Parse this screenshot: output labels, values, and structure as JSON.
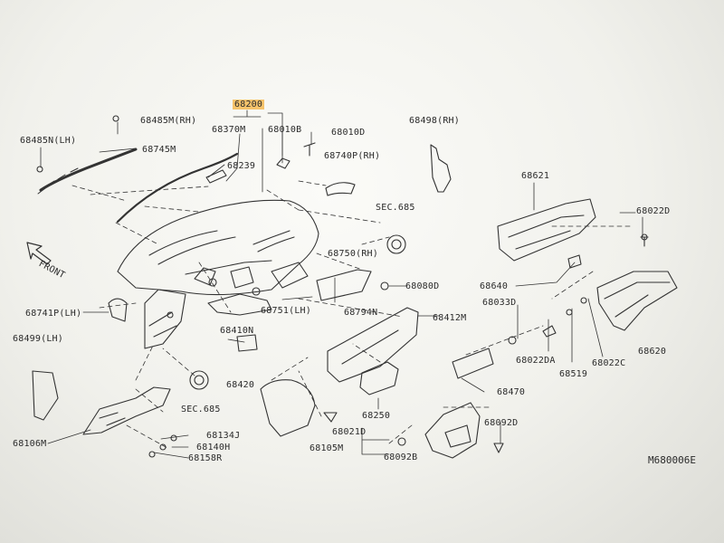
{
  "diagram": {
    "highlighted_part": "68200",
    "diagram_code": "M680006E",
    "front_label": "FRONT",
    "labels": [
      {
        "id": "p68200",
        "text": "68200"
      },
      {
        "id": "p68370M",
        "text": "68370M"
      },
      {
        "id": "p68010B",
        "text": "68010B"
      },
      {
        "id": "p68010D",
        "text": "68010D"
      },
      {
        "id": "p68498RH",
        "text": "68498(RH)"
      },
      {
        "id": "p68485MRH",
        "text": "68485M(RH)"
      },
      {
        "id": "p68485NLH",
        "text": "68485N(LH)"
      },
      {
        "id": "p68745M",
        "text": "68745M"
      },
      {
        "id": "p68239",
        "text": "68239"
      },
      {
        "id": "p68740PRH",
        "text": "68740P(RH)"
      },
      {
        "id": "p68621",
        "text": "68621"
      },
      {
        "id": "p68022D_top",
        "text": "68022D"
      },
      {
        "id": "pSEC685_top",
        "text": "SEC.685"
      },
      {
        "id": "p68750RH",
        "text": "68750(RH)"
      },
      {
        "id": "p68080D",
        "text": "68080D"
      },
      {
        "id": "p68640",
        "text": "68640"
      },
      {
        "id": "p68741PLH",
        "text": "68741P(LH)"
      },
      {
        "id": "p68751LH",
        "text": "68751(LH)"
      },
      {
        "id": "p68794N",
        "text": "68794N"
      },
      {
        "id": "p68412M",
        "text": "68412M"
      },
      {
        "id": "p68033D",
        "text": "68033D"
      },
      {
        "id": "p68499LH",
        "text": "68499(LH)"
      },
      {
        "id": "p68410N",
        "text": "68410N"
      },
      {
        "id": "p68022DA",
        "text": "68022DA"
      },
      {
        "id": "p68519",
        "text": "68519"
      },
      {
        "id": "p68022C",
        "text": "68022C"
      },
      {
        "id": "p68620",
        "text": "68620"
      },
      {
        "id": "p68420",
        "text": "68420"
      },
      {
        "id": "p68470",
        "text": "68470"
      },
      {
        "id": "pSEC685_bot",
        "text": "SEC.685"
      },
      {
        "id": "p68250",
        "text": "68250"
      },
      {
        "id": "p68106M",
        "text": "68106M"
      },
      {
        "id": "p68134J",
        "text": "68134J"
      },
      {
        "id": "p68140H",
        "text": "68140H"
      },
      {
        "id": "p68158R",
        "text": "68158R"
      },
      {
        "id": "p68021D",
        "text": "68021D"
      },
      {
        "id": "p68092D",
        "text": "68092D"
      },
      {
        "id": "p68105M",
        "text": "68105M"
      },
      {
        "id": "p68092B",
        "text": "68092B"
      }
    ]
  }
}
